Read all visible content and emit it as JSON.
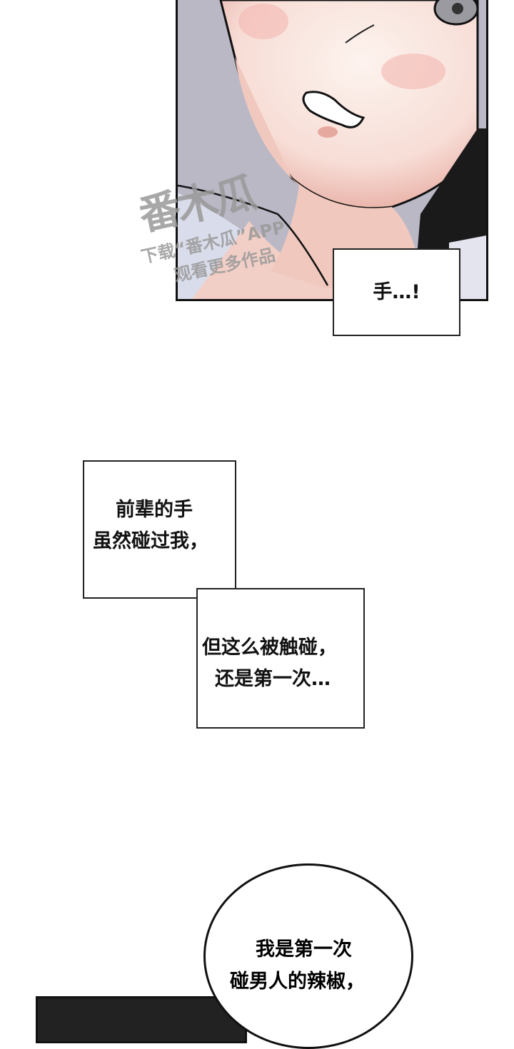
{
  "panel_top": {
    "caption": "手…!",
    "watermark": {
      "logo": "番木瓜",
      "line1": "下载“番木瓜”APP",
      "line2": "观看更多作品"
    }
  },
  "caption_middle": {
    "box1_lines": [
      "前辈的手",
      "虽然碰过我，"
    ],
    "box2_lines": [
      "但这么被触碰，",
      "还是第一次…"
    ]
  },
  "bubble_bottom": {
    "lines": [
      "我是第一次",
      "碰男人的辣椒，"
    ]
  }
}
